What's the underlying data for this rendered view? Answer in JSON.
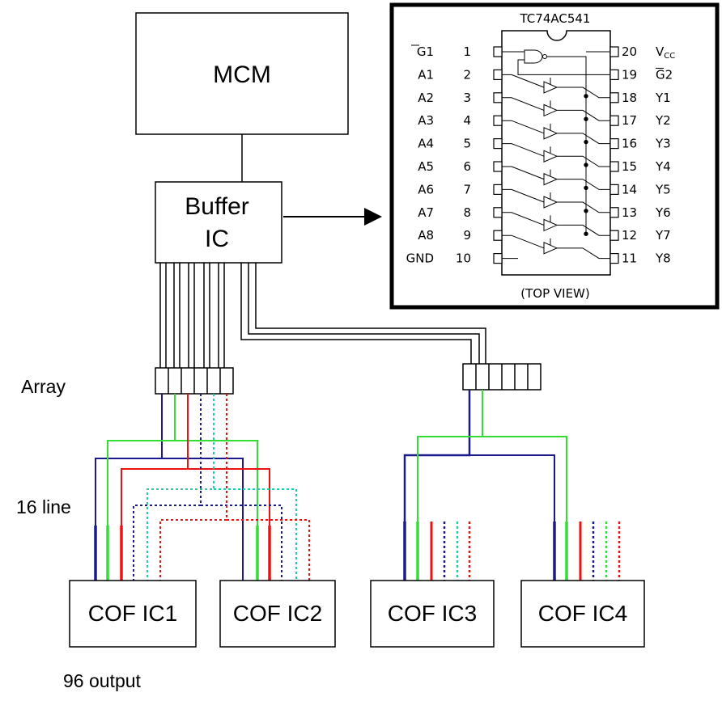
{
  "blocks": {
    "mcm": "MCM",
    "buffer_line1": "Buffer",
    "buffer_line2": "IC",
    "cof": [
      "COF IC1",
      "COF IC2",
      "COF IC3",
      "COF IC4"
    ]
  },
  "labels": {
    "array": "Array",
    "sixteen_line": "16 line",
    "output": "96 output"
  },
  "chip": {
    "title": "TC74AC541",
    "footer": "(TOP VIEW)",
    "left_pins": [
      {
        "name": "G1",
        "overbar": "G",
        "num": "1"
      },
      {
        "name": "A1",
        "num": "2"
      },
      {
        "name": "A2",
        "num": "3"
      },
      {
        "name": "A3",
        "num": "4"
      },
      {
        "name": "A4",
        "num": "5"
      },
      {
        "name": "A5",
        "num": "6"
      },
      {
        "name": "A6",
        "num": "7"
      },
      {
        "name": "A7",
        "num": "8"
      },
      {
        "name": "A8",
        "num": "9"
      },
      {
        "name": "GND",
        "num": "10"
      }
    ],
    "right_pins": [
      {
        "name": "VCC",
        "num": "20"
      },
      {
        "name": "G2",
        "overbar": "G",
        "num": "19"
      },
      {
        "name": "Y1",
        "num": "18"
      },
      {
        "name": "Y2",
        "num": "17"
      },
      {
        "name": "Y3",
        "num": "16"
      },
      {
        "name": "Y4",
        "num": "15"
      },
      {
        "name": "Y5",
        "num": "14"
      },
      {
        "name": "Y6",
        "num": "13"
      },
      {
        "name": "Y7",
        "num": "12"
      },
      {
        "name": "Y8",
        "num": "11"
      }
    ]
  },
  "colors": {
    "blue": "#1a1a8c",
    "green": "#33dd33",
    "red": "#ee1111",
    "cyan": "#22ccaa"
  }
}
